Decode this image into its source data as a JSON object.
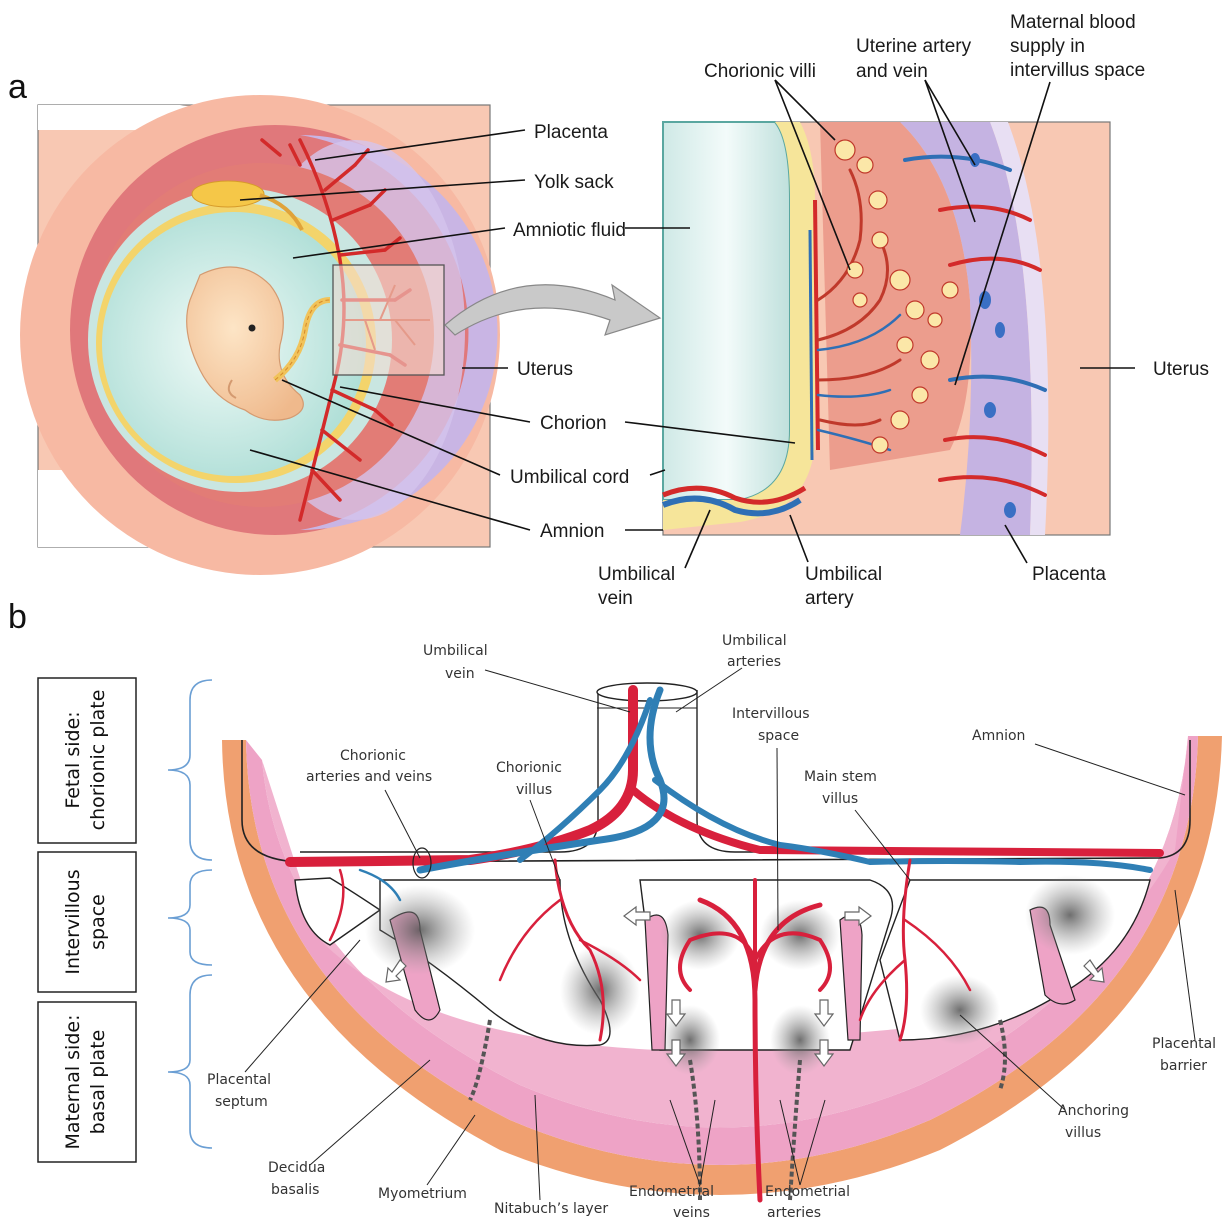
{
  "panels": {
    "a": "a",
    "b": "b"
  },
  "panel_a": {
    "left_labels": {
      "placenta": "Placenta",
      "yolk_sack": "Yolk sack",
      "amniotic_fluid": "Amniotic fluid",
      "uterus": "Uterus",
      "chorion": "Chorion",
      "umbilical_cord": "Umbilical cord",
      "amnion": "Amnion"
    },
    "right_labels": {
      "chorionic_villi": "Chorionic villi",
      "uterine_artery_line1": "Uterine artery",
      "uterine_artery_line2": "and vein",
      "maternal_line1": "Maternal blood",
      "maternal_line2": "supply in",
      "maternal_line3": "intervillus space",
      "uterus": "Uterus",
      "umbilical_vein_line1": "Umbilical",
      "umbilical_vein_line2": "vein",
      "umbilical_artery_line1": "Umbilical",
      "umbilical_artery_line2": "artery",
      "placenta": "Placenta"
    }
  },
  "panel_b": {
    "side_boxes": {
      "fetal_line1": "Fetal side:",
      "fetal_line2": "chorionic plate",
      "intervillous_line1": "Intervillous",
      "intervillous_line2": "space",
      "maternal_line1": "Maternal side:",
      "maternal_line2": "basal plate"
    },
    "labels": {
      "umbilical_vein_1": "Umbilical",
      "umbilical_vein_2": "vein",
      "umbilical_arteries_1": "Umbilical",
      "umbilical_arteries_2": "arteries",
      "intervillous_1": "Intervillous",
      "intervillous_2": "space",
      "amnion": "Amnion",
      "chorionic_av_1": "Chorionic",
      "chorionic_av_2": "arteries and veins",
      "chorionic_villus_1": "Chorionic",
      "chorionic_villus_2": "villus",
      "main_stem_1": "Main stem",
      "main_stem_2": "villus",
      "placental_septum_1": "Placental",
      "placental_septum_2": "septum",
      "placental_barrier_1": "Placental",
      "placental_barrier_2": "barrier",
      "anchoring_1": "Anchoring",
      "anchoring_2": "villus",
      "decidua_1": "Decidua",
      "decidua_2": "basalis",
      "myometrium": "Myometrium",
      "nitabuch": "Nitabuch’s  layer",
      "endo_veins_1": "Endometrial",
      "endo_veins_2": "veins",
      "endo_arteries_1": "Endometrial",
      "endo_arteries_2": "arteries"
    }
  },
  "colors": {
    "uterus": "#f5b7a0",
    "placenta_purple": "#c9b6e4",
    "amnion_fluid": "#bfe3dd",
    "artery_red": "#d8203c",
    "vein_blue": "#2f7fb5",
    "basal_pink": "#eea3c6",
    "myometrium_orange": "#f0a070"
  }
}
